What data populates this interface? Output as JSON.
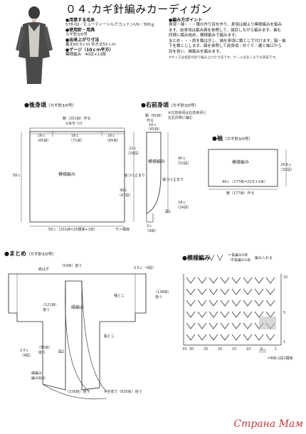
{
  "title": "０４.カギ針編みカーディガン",
  "materials": {
    "yarn_heading": "●用意する毛糸",
    "yarn_value": "578-02／ビューティーシルクコットンUV／300ｇ",
    "tools_heading": "●使用針・用具",
    "tools_value": "カギ針3/0号",
    "size_heading": "●出来上がり寸法",
    "size_value": "着丈60.5ｃｍ ゆき丈52ｃｍ",
    "gauge_heading": "●ゲージ（10ｃｍ平方）",
    "gauge_value": "模様編み　40目×13段"
  },
  "notes": {
    "heading": "●編み方ポイント",
    "lines": [
      "身頃・袖・・・鎖の作り目を作り、身頃は裾より模様編みを編み",
      "ます。前身頃は編み図を参照して、減目しながら編みます。袖も",
      "同様に編み始め、模様編みで編みます。",
      "まとめ・・・肩を鎖はぎし、袖を身頃に鎖とじで付けます。脇・袖",
      "下を鎖とじします。図を参照して前身頃・衿ぐり・裾と袖口から",
      "目を拾い、縁編みを編みます。"
    ],
    "footnote": "※サイズは指定の針で編み上げた寸法です。ゲージはあくまでも目安です。"
  },
  "back": {
    "heading": "●後身頃",
    "hook": "（カギ針3/0号）",
    "top_count": "鎖（201目）作る",
    "top_dir": "※糸をつけ",
    "seg1": "16ｃ",
    "seg1b": "（65目）",
    "seg2": "18ｃ",
    "seg2b": "（71目）",
    "seg3": "16ｃ",
    "seg3b": "（65目）",
    "armhole": "22ｃ",
    "armhole_b": "（29段）",
    "body_len": "36ｃ",
    "body_len_b": "（47段）",
    "sleeve_pos": "袖つけ止まり",
    "total": "58ｃ",
    "pattern": "模様編み",
    "bottom": "50ｃ（201目=25模様+1目）",
    "legend": "モ＝模様"
  },
  "front": {
    "heading": "●右前身頃",
    "hook": "（カギ針3/0号）",
    "note1": "※左前身頃は右前身頃と",
    "note2": "左右対称に編む",
    "chain": "鎖（65目）",
    "chain_b": "作る",
    "top": "16ｃ",
    "top_b": "（65目）",
    "height": "40ｃ",
    "height_b": "（52段）",
    "lower": "18ｃ",
    "lower_b": "（24段）",
    "bottom": "2ｃ",
    "bottom_b": "（9目）",
    "pattern": "模様編み",
    "sleeve_pos": "袖つけ止まり",
    "diagram": "図1"
  },
  "sleeve": {
    "heading": "●袖",
    "hook": "（カギ針3/0号）",
    "pattern": "模様編み",
    "inner": "44ｃ（177目=22モ+1目）",
    "chain": "鎖（177目）作る",
    "height": "24.5ｃ",
    "height_b": "（32段）"
  },
  "assembly": {
    "heading": "●まとめ",
    "hook": "（カギ針3/0号）",
    "shoulder": "肩はぎ",
    "pickup_top": "（54目）拾う",
    "pickup_left": "（121目）",
    "pickup_left_b": "拾う",
    "border": "縁編み",
    "sleeve_join": "袖とじ",
    "side_join": "脇とじ",
    "cuff": "2.5ｃ（4段）",
    "cuff_pickup": "（138目）",
    "cuff_pickup_b": "拾う",
    "left_cuff": "2.5ｃ",
    "left_cuff_b": "（4段）",
    "left_pickup": "（55目）",
    "left_pickup_b": "拾う",
    "diagram": "図2",
    "start": "縁編み",
    "start_b": "編み始め",
    "bottom_pickup": "（156目）拾う",
    "total": "※全体で（630目）拾う"
  },
  "stitch": {
    "heading": "●模様編み",
    "legend_text": "＝長編み2目",
    "legend_text2": "中長編み1目",
    "legend_tail": "編み入れる",
    "row10": "10",
    "row5": "5",
    "row1": "1",
    "col33": "33",
    "col30": "30",
    "col25": "25",
    "col20": "20",
    "col15": "15",
    "col10": "10",
    "col5": "5",
    "col1": "1",
    "repeat": "=8目-2段1模様"
  },
  "watermark": "Страна Мам"
}
